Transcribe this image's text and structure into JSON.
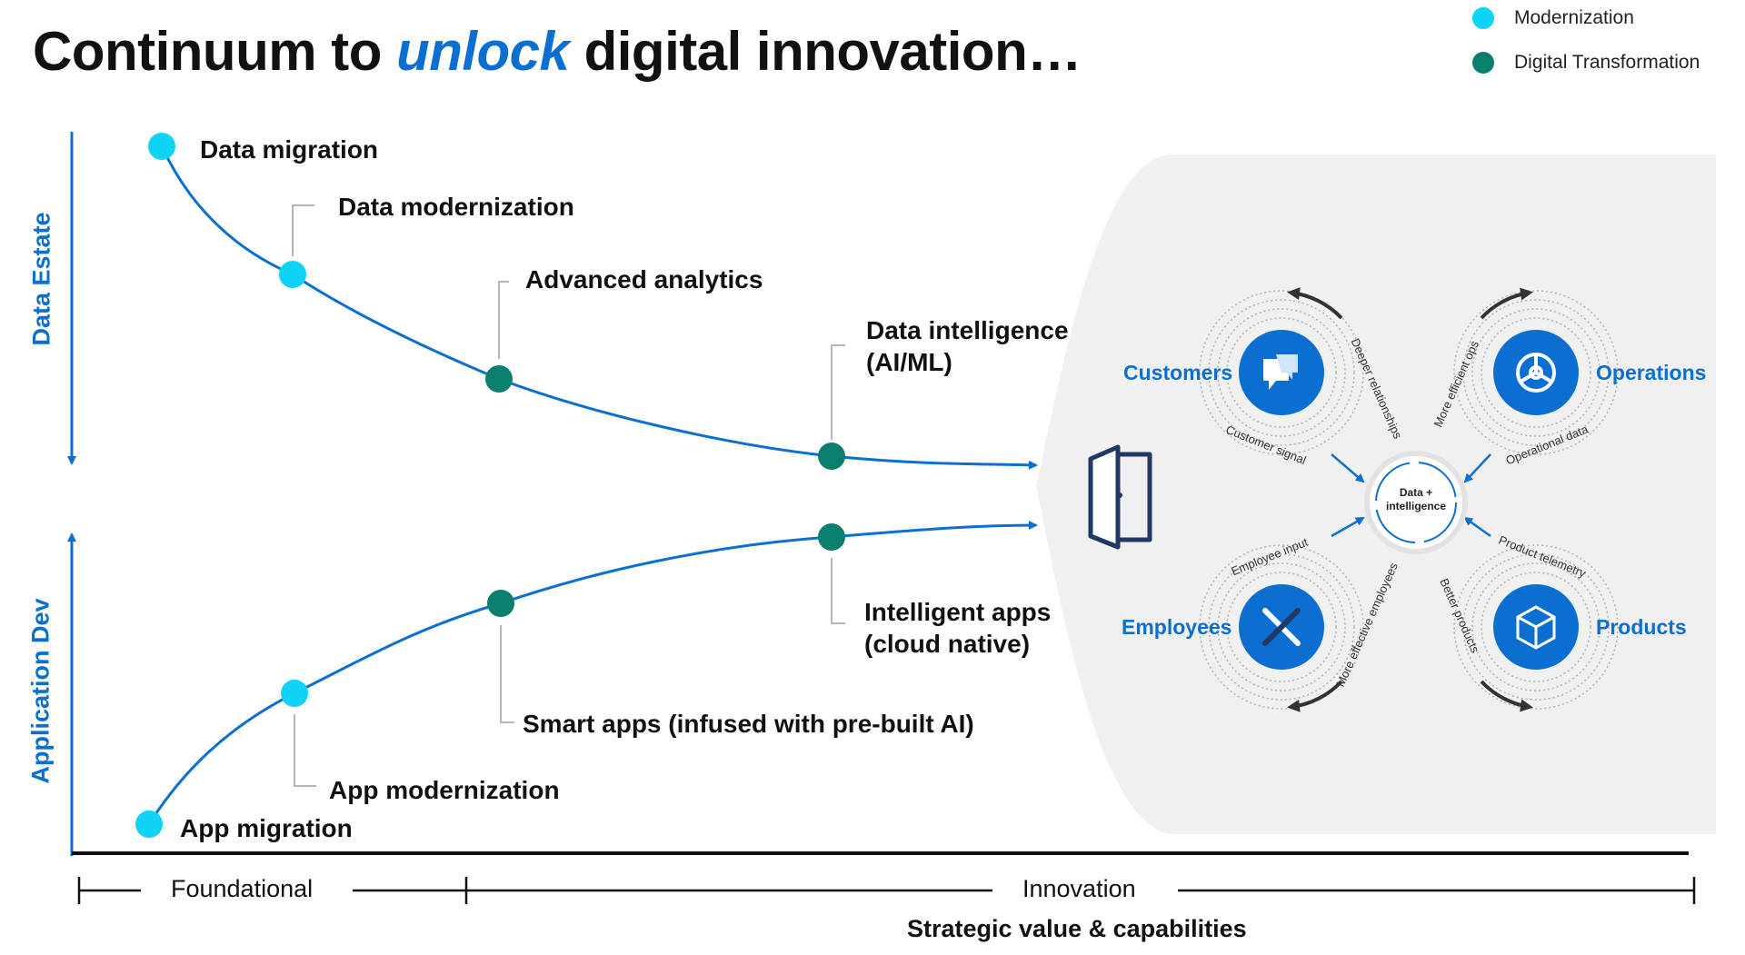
{
  "title": {
    "prefix": "Continuum to ",
    "highlight": "unlock",
    "suffix": " digital innovation…"
  },
  "legend": [
    {
      "label": "Modernization",
      "color": "#0fd3f5"
    },
    {
      "label": "Digital Transformation",
      "color": "#0b7f6e"
    }
  ],
  "axes": {
    "upper": "Data Estate",
    "lower": "Application Dev"
  },
  "data_estate": [
    {
      "label": "Data migration",
      "stage": "Modernization"
    },
    {
      "label": "Data modernization",
      "stage": "Modernization"
    },
    {
      "label": "Advanced analytics",
      "stage": "Digital Transformation"
    },
    {
      "label": "Data intelligence\n(AI/ML)",
      "stage": "Digital Transformation"
    }
  ],
  "application_dev": [
    {
      "label": "App migration",
      "stage": "Modernization"
    },
    {
      "label": "App modernization",
      "stage": "Modernization"
    },
    {
      "label": "Smart apps (infused with pre-built AI)",
      "stage": "Digital Transformation"
    },
    {
      "label": "Intelligent apps\n(cloud native)",
      "stage": "Digital Transformation"
    }
  ],
  "scale": {
    "foundational": "Foundational",
    "innovation": "Innovation",
    "title": "Strategic value & capabilities"
  },
  "hub": {
    "core": "Data +\nintelligence",
    "nodes": [
      {
        "label": "Customers",
        "icon": "chat-bubble-icon"
      },
      {
        "label": "Operations",
        "icon": "gear-icon"
      },
      {
        "label": "Employees",
        "icon": "tools-icon"
      },
      {
        "label": "Products",
        "icon": "cube-icon"
      }
    ],
    "flows": {
      "deeper_relationships": "Deeper relationships",
      "customer_signal": "Customer signal",
      "more_efficient_ops": "More efficient ops",
      "operational_data": "Operational data",
      "employee_input": "Employee input",
      "more_effective_employees": "More effective employees",
      "better_products": "Better products",
      "product_telemetry": "Product telemetry"
    }
  }
}
